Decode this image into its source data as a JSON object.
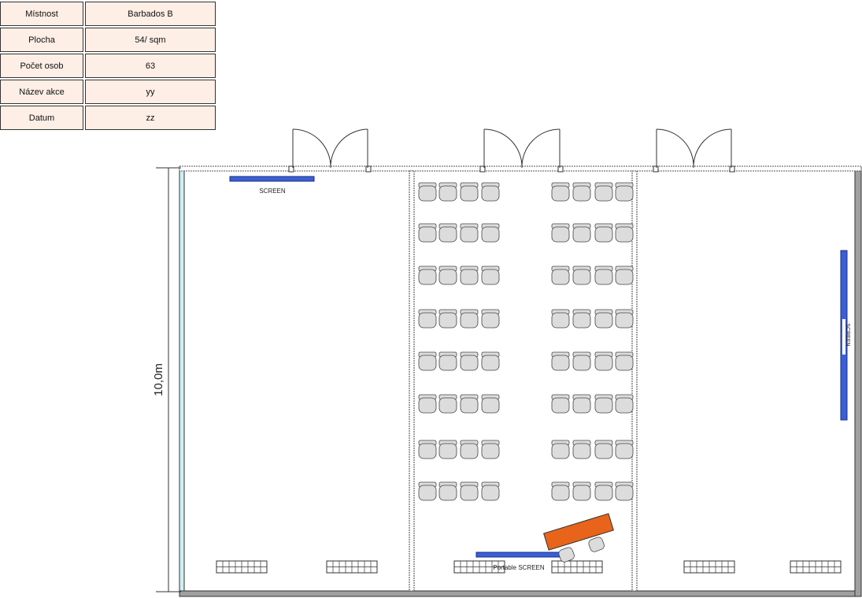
{
  "info_table": {
    "rows": [
      {
        "label": "Místnost",
        "value": "Barbados B"
      },
      {
        "label": "Plocha",
        "value": "54/ sqm"
      },
      {
        "label": "Počet osob",
        "value": "63"
      },
      {
        "label": "Název akce",
        "value": "yy"
      },
      {
        "label": "Datum",
        "value": "zz"
      }
    ]
  },
  "floor_plan": {
    "dimension_label": "10,0m",
    "screen_left_label": "SCREEN",
    "screen_right_label": "SCREEN",
    "portable_screen_label": "Portable SCREEN",
    "seating": {
      "rows": 8,
      "left_block_chairs_per_row": 4,
      "right_block_chairs_per_row": 4
    },
    "colors": {
      "table_fill": "#fdeee6",
      "screen": "#3a5fd6",
      "window_wall": "#cdeff5",
      "wall": "#a0a0a0",
      "stage_table": "#e8641a",
      "chair": "#dcdcdc"
    }
  }
}
